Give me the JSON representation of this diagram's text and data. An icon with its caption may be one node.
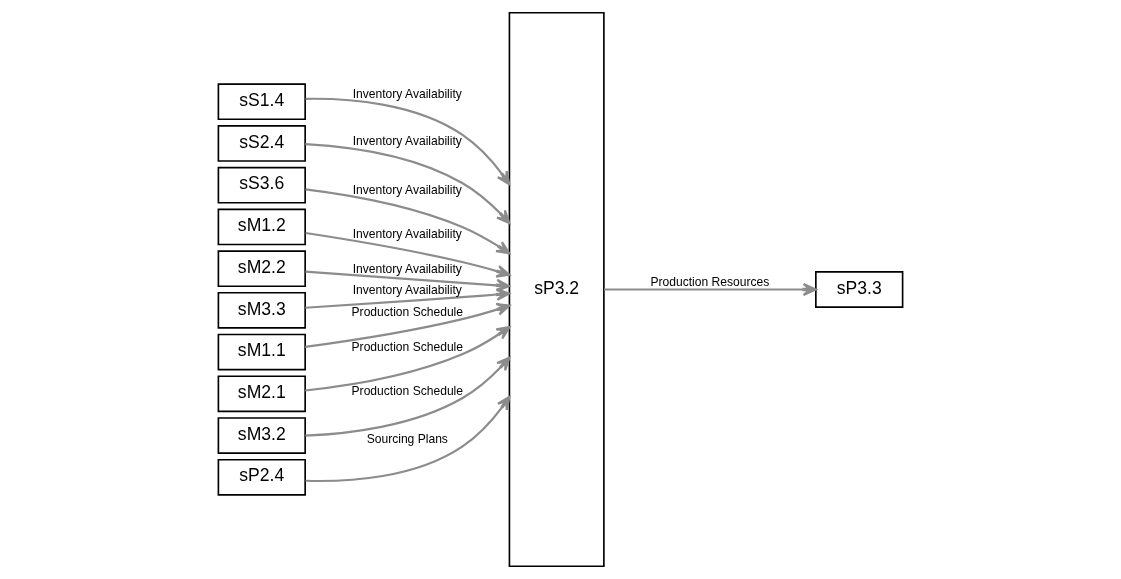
{
  "diagram": {
    "nodes": [
      {
        "text": [
          "sS1.4"
        ]
      },
      {
        "text": [
          "sS2.4"
        ]
      },
      {
        "text": [
          "sS3.6"
        ]
      },
      {
        "text": [
          "sM1.2"
        ]
      },
      {
        "text": [
          "sM2.2"
        ]
      },
      {
        "text": [
          "sM3.3"
        ]
      },
      {
        "text": [
          "sM1.1"
        ]
      },
      {
        "text": [
          "sM2.1"
        ]
      },
      {
        "text": [
          "sM3.2"
        ]
      },
      {
        "text": [
          "sP2.4"
        ]
      },
      {
        "text": [
          "sP3.2"
        ]
      },
      {
        "text": [
          "sP3.3"
        ]
      }
    ],
    "edges": [
      {
        "from": 0,
        "to": 10,
        "arrow": "to",
        "label": "Inventory Availability"
      },
      {
        "from": 1,
        "to": 10,
        "arrow": "to",
        "label": "Inventory Availability"
      },
      {
        "from": 2,
        "to": 10,
        "arrow": "to",
        "label": "Inventory Availability"
      },
      {
        "from": 3,
        "to": 10,
        "arrow": "to",
        "label": "Inventory Availability"
      },
      {
        "from": 4,
        "to": 10,
        "arrow": "to",
        "label": "Inventory Availability"
      },
      {
        "from": 5,
        "to": 10,
        "arrow": "to",
        "label": "Inventory Availability"
      },
      {
        "from": 6,
        "to": 10,
        "arrow": "to",
        "label": "Production Schedule"
      },
      {
        "from": 7,
        "to": 10,
        "arrow": "to",
        "label": "Production Schedule"
      },
      {
        "from": 8,
        "to": 10,
        "arrow": "to",
        "label": "Production Schedule"
      },
      {
        "from": 9,
        "to": 10,
        "arrow": "to",
        "label": "Sourcing Plans"
      },
      {
        "from": 10,
        "to": 11,
        "arrow": "to",
        "label": "Production Resources"
      }
    ]
  }
}
